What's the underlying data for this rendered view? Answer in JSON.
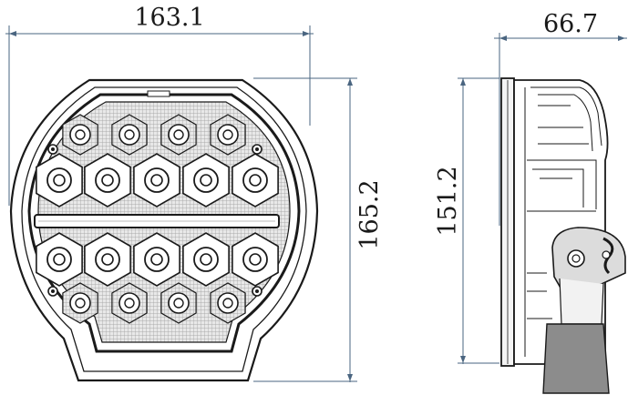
{
  "dimensions": {
    "front_width": "163.1",
    "front_height": "165.2",
    "side_depth": "66.7",
    "side_height": "151.2"
  },
  "colors": {
    "ink": "#1a1a1a",
    "dimension_line": "#4a6580",
    "fill_light": "#f4f4f4",
    "fill_mid": "#dcdcdc",
    "fill_dark": "#8c8c8c"
  }
}
